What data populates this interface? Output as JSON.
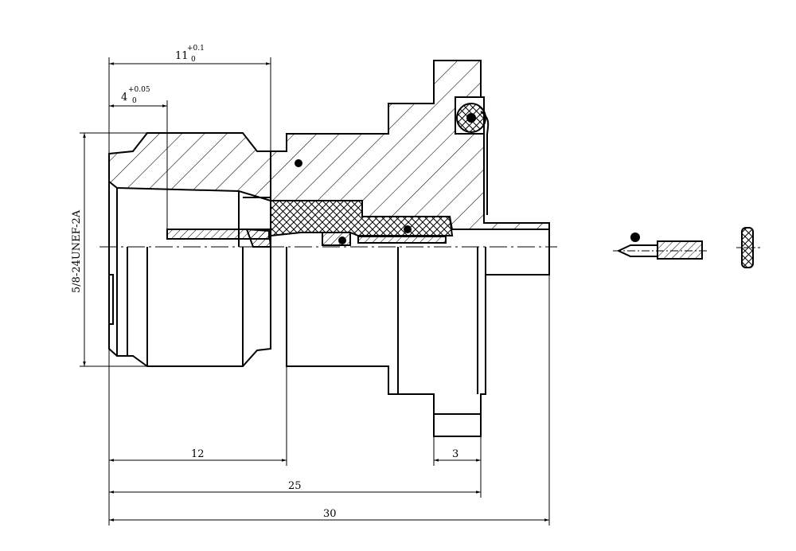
{
  "dimensions": {
    "d11": {
      "value": "11",
      "upper": "+0.1",
      "lower": "0"
    },
    "d4": {
      "value": "4",
      "upper": "+0.05",
      "lower": "0"
    },
    "d12": "12",
    "d25": "25",
    "d30": "30",
    "d3": "3",
    "thread": "5/8-24UNEF-2A"
  },
  "colors": {
    "line": "#000000",
    "background": "#ffffff"
  }
}
